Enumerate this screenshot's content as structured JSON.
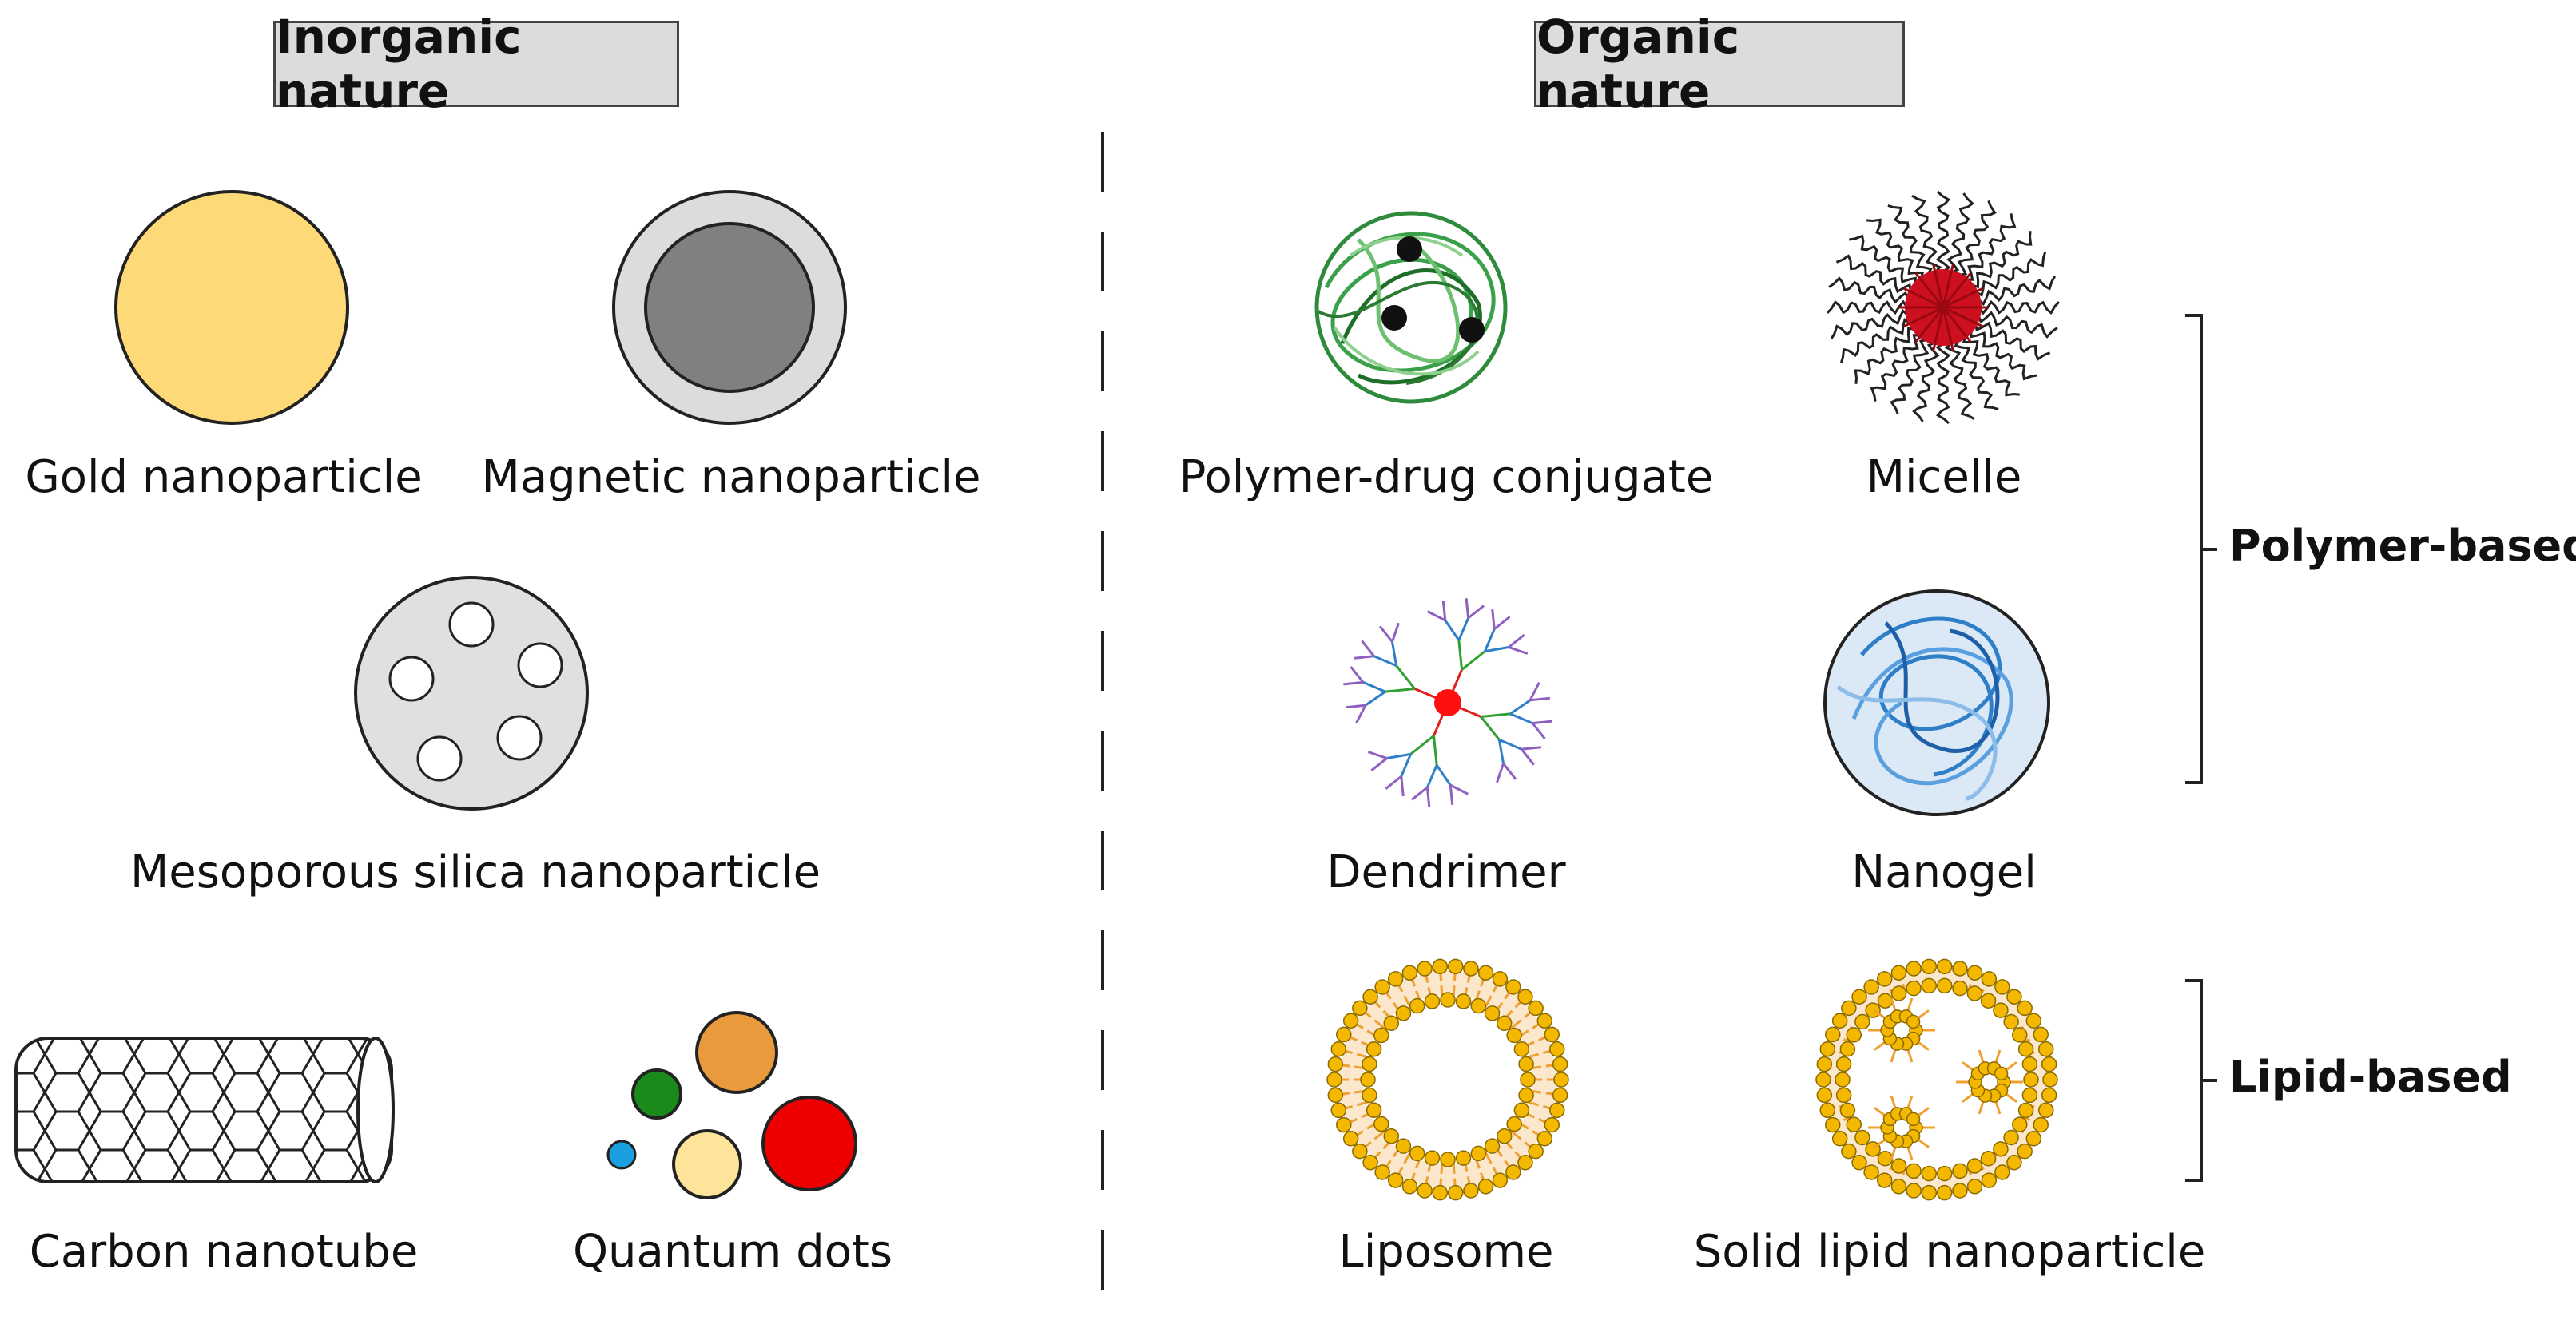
{
  "headers": {
    "inorganic": "Inorganic nature",
    "organic": "Organic nature"
  },
  "labels": {
    "gold": "Gold nanoparticle",
    "magnetic": "Magnetic nanoparticle",
    "mesoporous": "Mesoporous silica nanoparticle",
    "carbon": "Carbon nanotube",
    "quantum": "Quantum dots",
    "polymer_drug": "Polymer-drug conjugate",
    "micelle": "Micelle",
    "dendrimer": "Dendrimer",
    "nanogel": "Nanogel",
    "liposome": "Liposome",
    "solid_lipid": "Solid lipid nanoparticle"
  },
  "groups": {
    "polymer": "Polymer-based",
    "lipid": "Lipid-based"
  },
  "colors": {
    "gold": "#fdd978",
    "magnetic_outer": "#dcdcdc",
    "magnetic_inner": "#808080",
    "silica": "#e0e0e0",
    "qd_orange": "#e89a3d",
    "qd_green": "#1a8a1a",
    "qd_red": "#ee0000",
    "qd_yellow": "#fde49a",
    "qd_blue": "#1aa0e0",
    "lipid": "#f4b800",
    "lipid_tail": "#f0a030",
    "nanogel_fill": "#dbe8f6",
    "nanogel_line": "#2f7fc8",
    "micelle_core": "#cc1020",
    "dendrimer_core": "#ff1010"
  }
}
